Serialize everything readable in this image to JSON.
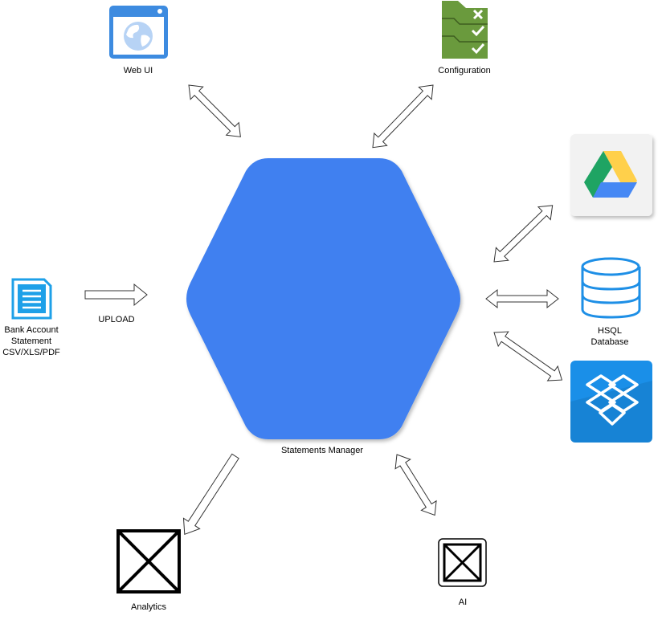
{
  "colors": {
    "hexagon": "#4180f0",
    "web_ui": "#3d8be0",
    "configuration": "#6a9a3d",
    "document": "#1ea0e8",
    "database": "#1e8fe6",
    "dropbox": "#1a8fe8",
    "drive_green": "#1fa463",
    "drive_yellow": "#ffd04b",
    "drive_blue": "#4688f4"
  },
  "nodes": {
    "center": {
      "label": "Statements Manager"
    },
    "web_ui": {
      "label": "Web UI",
      "icon": "browser-globe-icon"
    },
    "configuration": {
      "label": "Configuration",
      "icon": "checklist-folder-icon"
    },
    "google_drive": {
      "icon": "google-drive-icon"
    },
    "hsql": {
      "label_line1": "HSQL",
      "label_line2": "Database",
      "icon": "database-icon"
    },
    "dropbox": {
      "icon": "dropbox-icon"
    },
    "analytics": {
      "label": "Analytics",
      "icon": "placeholder-icon"
    },
    "ai": {
      "label": "AI",
      "icon": "placeholder-icon"
    },
    "statement": {
      "label_line1": "Bank Account",
      "label_line2": "Statement",
      "label_line3": "CSV/XLS/PDF",
      "icon": "document-icon"
    }
  },
  "edges": {
    "upload": {
      "label": "UPLOAD"
    }
  }
}
